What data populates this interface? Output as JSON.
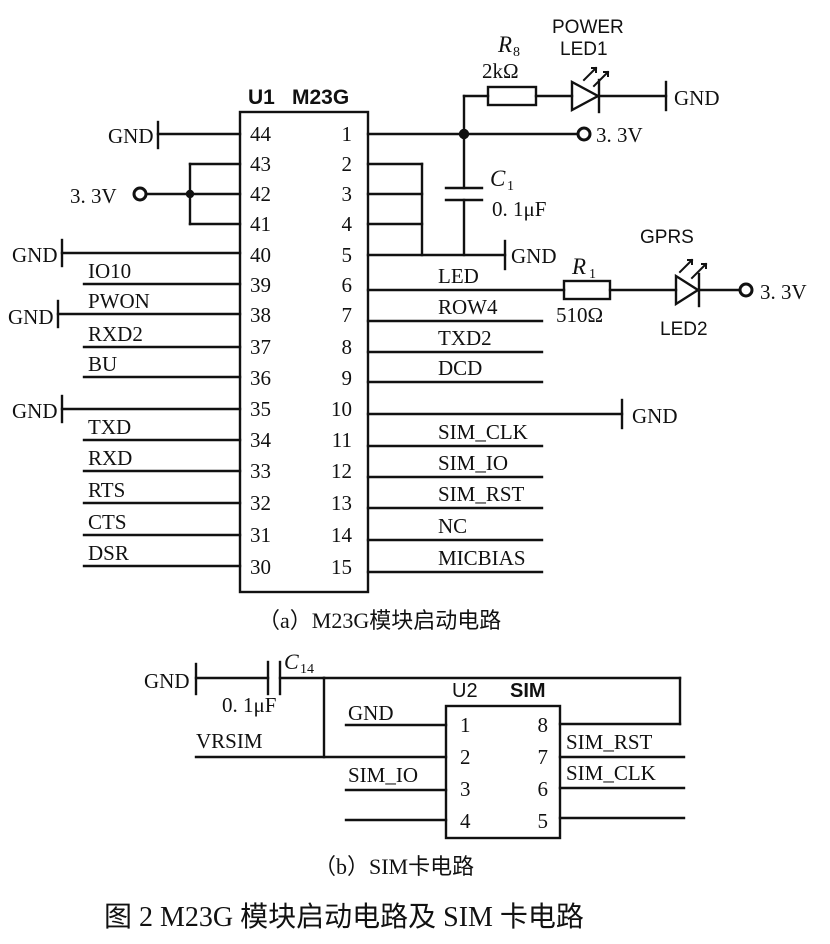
{
  "figure_caption": "图 2  M23G 模块启动电路及 SIM 卡电路",
  "part_a": {
    "caption": "（a）M23G模块启动电路",
    "chip_ref": "U1",
    "chip_name": "M23G",
    "left_pins": [
      "44",
      "43",
      "42",
      "41",
      "40",
      "39",
      "38",
      "37",
      "36",
      "35",
      "34",
      "33",
      "32",
      "31",
      "30"
    ],
    "right_pins": [
      "1",
      "2",
      "3",
      "4",
      "5",
      "6",
      "7",
      "8",
      "9",
      "10",
      "11",
      "12",
      "13",
      "14",
      "15"
    ],
    "left_signals": {
      "gnd44": "GND",
      "v33": "3. 3V",
      "gnd40": "GND",
      "io10": "IO10",
      "pwon": "PWON",
      "gnd38": "GND",
      "rxd2": "RXD2",
      "bu": "BU",
      "gnd35": "GND",
      "txd": "TXD",
      "rxd": "RXD",
      "rts": "RTS",
      "cts": "CTS",
      "dsr": "DSR"
    },
    "right_signals": {
      "led": "LED",
      "row4": "ROW4",
      "txd2": "TXD2",
      "dcd": "DCD",
      "sim_clk": "SIM_CLK",
      "sim_io": "SIM_IO",
      "sim_rst": "SIM_RST",
      "nc": "NC",
      "micbias": "MICBIAS",
      "gnd10": "GND",
      "gnd5": "GND"
    },
    "components": {
      "r8_ref": "R",
      "r8_sub": "8",
      "r8_val": "2kΩ",
      "power_label": "POWER",
      "led1": "LED1",
      "gnd_led1": "GND",
      "v33_pin1": "3. 3V",
      "c1_ref": "C",
      "c1_sub": "1",
      "c1_val": "0. 1μF",
      "gprs_label": "GPRS",
      "r1_ref": "R",
      "r1_sub": "1",
      "r1_val": "510Ω",
      "led2": "LED2",
      "v33_led2": "3. 3V"
    }
  },
  "part_b": {
    "caption": "（b）SIM卡电路",
    "chip_ref": "U2",
    "chip_name": "SIM",
    "left_pins": [
      "1",
      "2",
      "3",
      "4"
    ],
    "right_pins": [
      "8",
      "7",
      "6",
      "5"
    ],
    "gnd_left": "GND",
    "c14_ref": "C",
    "c14_sub": "14",
    "c14_val": "0. 1μF",
    "vrsim": "VRSIM",
    "gnd_pin1": "GND",
    "sim_io": "SIM_IO",
    "sim_rst": "SIM_RST",
    "sim_clk": "SIM_CLK"
  }
}
